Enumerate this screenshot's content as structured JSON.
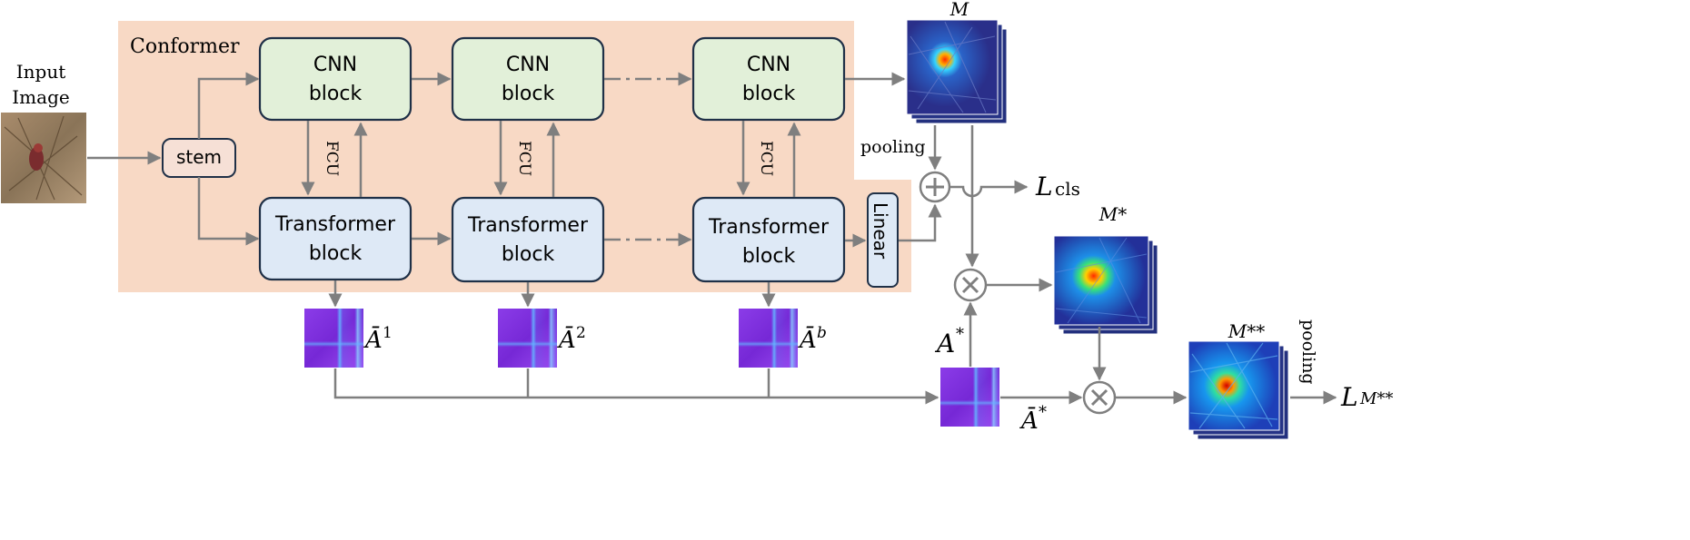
{
  "input": {
    "label_line1": "Input",
    "label_line2": "Image"
  },
  "conformer": {
    "label": "Conformer"
  },
  "stem": {
    "label": "stem"
  },
  "blocks": [
    {
      "cnn_line1": "CNN",
      "cnn_line2": "block",
      "tr_line1": "Transformer",
      "tr_line2": "block",
      "fcu": "FCU"
    },
    {
      "cnn_line1": "CNN",
      "cnn_line2": "block",
      "tr_line1": "Transformer",
      "tr_line2": "block",
      "fcu": "FCU"
    },
    {
      "cnn_line1": "CNN",
      "cnn_line2": "block",
      "tr_line1": "Transformer",
      "tr_line2": "block",
      "fcu": "FCU"
    }
  ],
  "linear": {
    "label": "Linear"
  },
  "attention": [
    {
      "base": "Ā",
      "sup": "1"
    },
    {
      "base": "Ā",
      "sup": "2"
    },
    {
      "base": "Ā",
      "sup": "b"
    }
  ],
  "outputs": {
    "m_label": "M",
    "m_star_label": "M*",
    "m_star_star_label": "M**",
    "pooling_1": "pooling",
    "pooling_2": "pooling",
    "a_star": {
      "base": "A",
      "sup": "*"
    },
    "a_bar_star": {
      "base": "Ā",
      "sup": "*"
    },
    "l_cls": {
      "base": "L",
      "sub": "cls"
    },
    "l_m": {
      "base": "L",
      "sub": "M**"
    }
  },
  "colors": {
    "conformer_bg": "#f8d9c5",
    "cnn_fill": "#e2f0d9",
    "transformer_fill": "#dee9f6",
    "box_stroke": "#1f3047",
    "arrow": "#7f7f7f",
    "attention_purple": "#7a2ad8",
    "heatmap_bg": "#2a2f8a"
  }
}
